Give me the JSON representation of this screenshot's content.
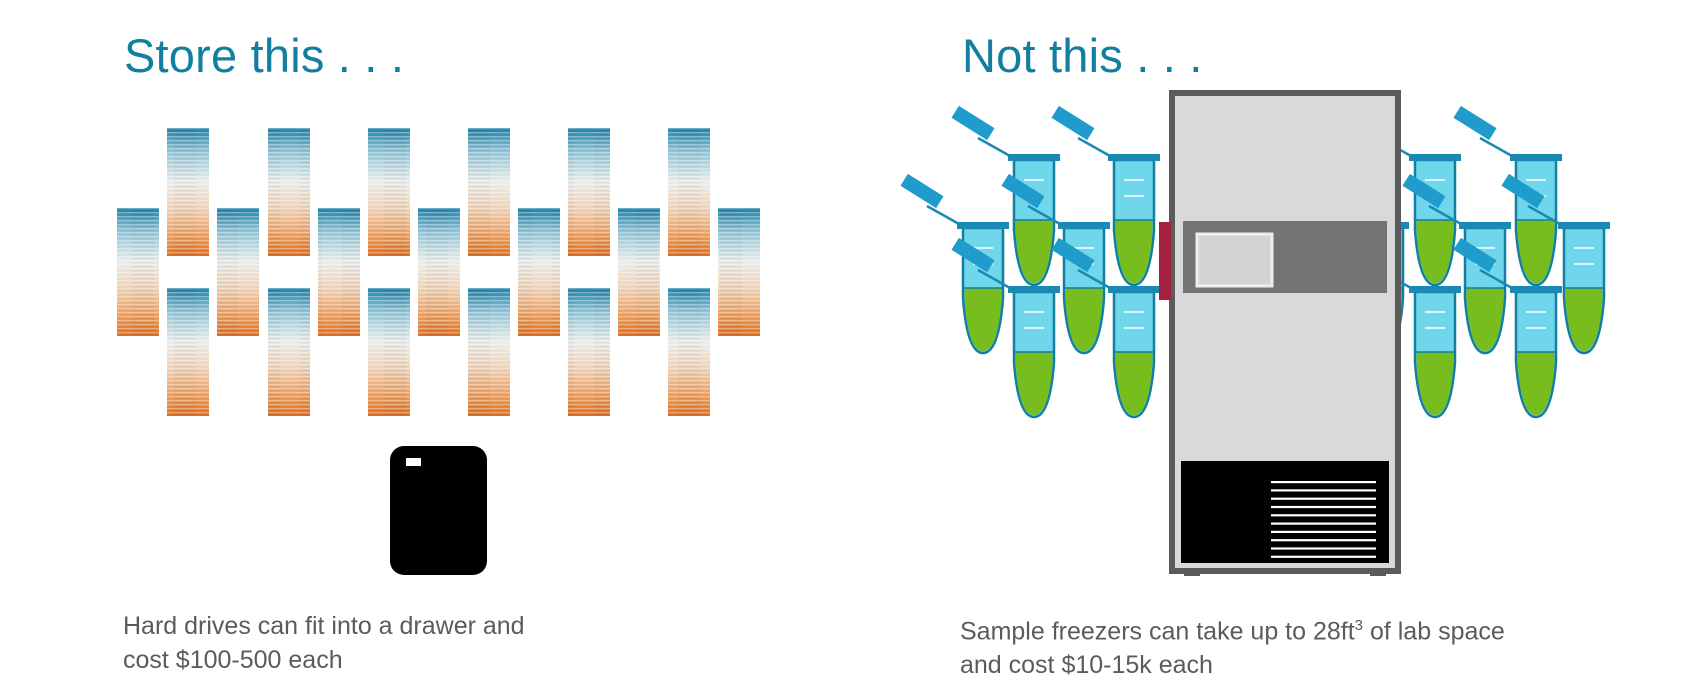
{
  "left": {
    "heading": "Store this . . .",
    "caption_line1": "Hard drives can fit into a drawer and",
    "caption_line2": "cost $100-500 each",
    "gradient_colors": {
      "top": "#1a7fa6",
      "mid": "#e8ece8",
      "bottom": "#e06d1e"
    },
    "icons": [
      "sequence-gradient-tile",
      "hard-drive-icon"
    ]
  },
  "right": {
    "heading": "Not this . . .",
    "caption_prefix": "Sample freezers can take up to 28ft",
    "caption_sup": "3",
    "caption_suffix": " of lab space",
    "caption_line2": "and cost $10-15k each",
    "colors": {
      "tube": "#6fd6ec",
      "tube_outline": "#137fa0",
      "liquid": "#76bd1d",
      "cap": "#1f9ccb",
      "freezer_body": "#d8d9da",
      "freezer_frame": "#5b5b5b",
      "handle": "#a3203f"
    },
    "icons": [
      "microcentrifuge-tube-icon",
      "lab-freezer-icon"
    ]
  }
}
